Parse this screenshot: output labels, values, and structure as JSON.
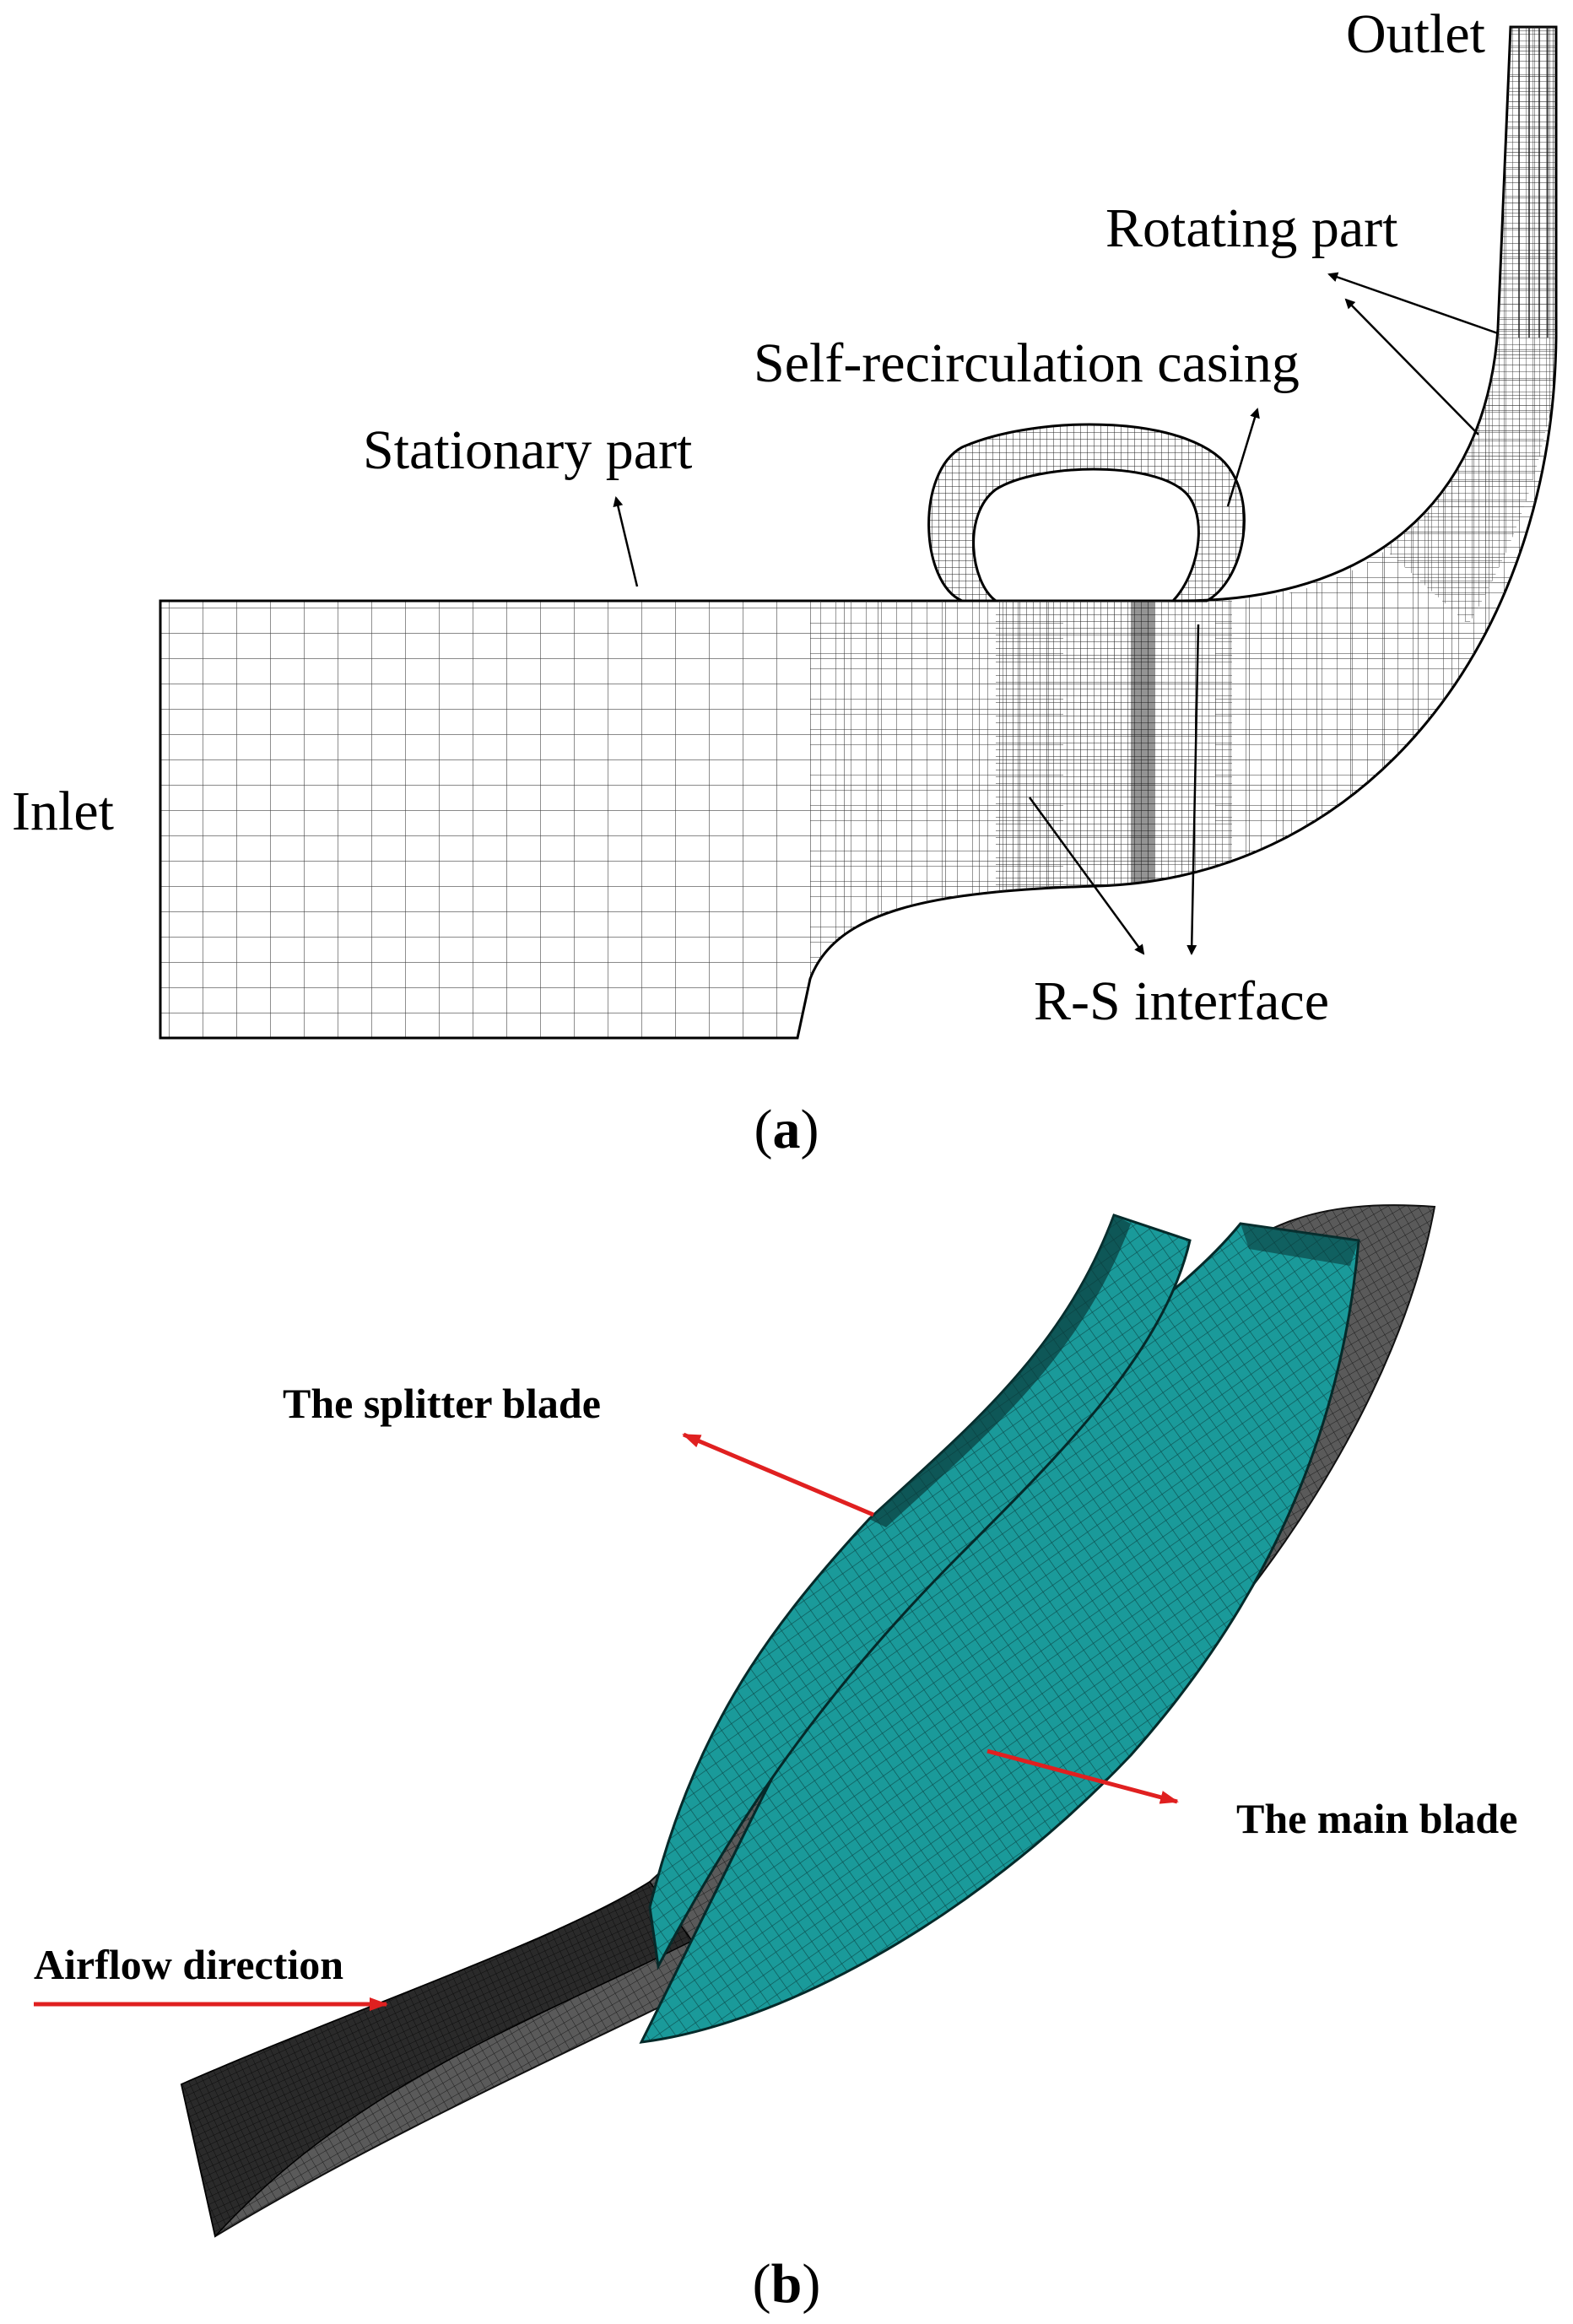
{
  "panel_a": {
    "caption_letter": "a",
    "labels": {
      "outlet": "Outlet",
      "rotating_part": "Rotating part",
      "self_recirculation_casing": "Self-recirculation casing",
      "stationary_part": "Stationary part",
      "inlet": "Inlet",
      "rs_interface": "R-S interface"
    }
  },
  "panel_b": {
    "caption_letter": "b",
    "labels": {
      "splitter_blade": "The splitter blade",
      "main_blade": "The main blade",
      "airflow_direction": "Airflow direction"
    },
    "colors": {
      "blade": "#1a9a9a",
      "mesh_dark": "#2a2a2a",
      "arrow": "#e02020"
    }
  }
}
